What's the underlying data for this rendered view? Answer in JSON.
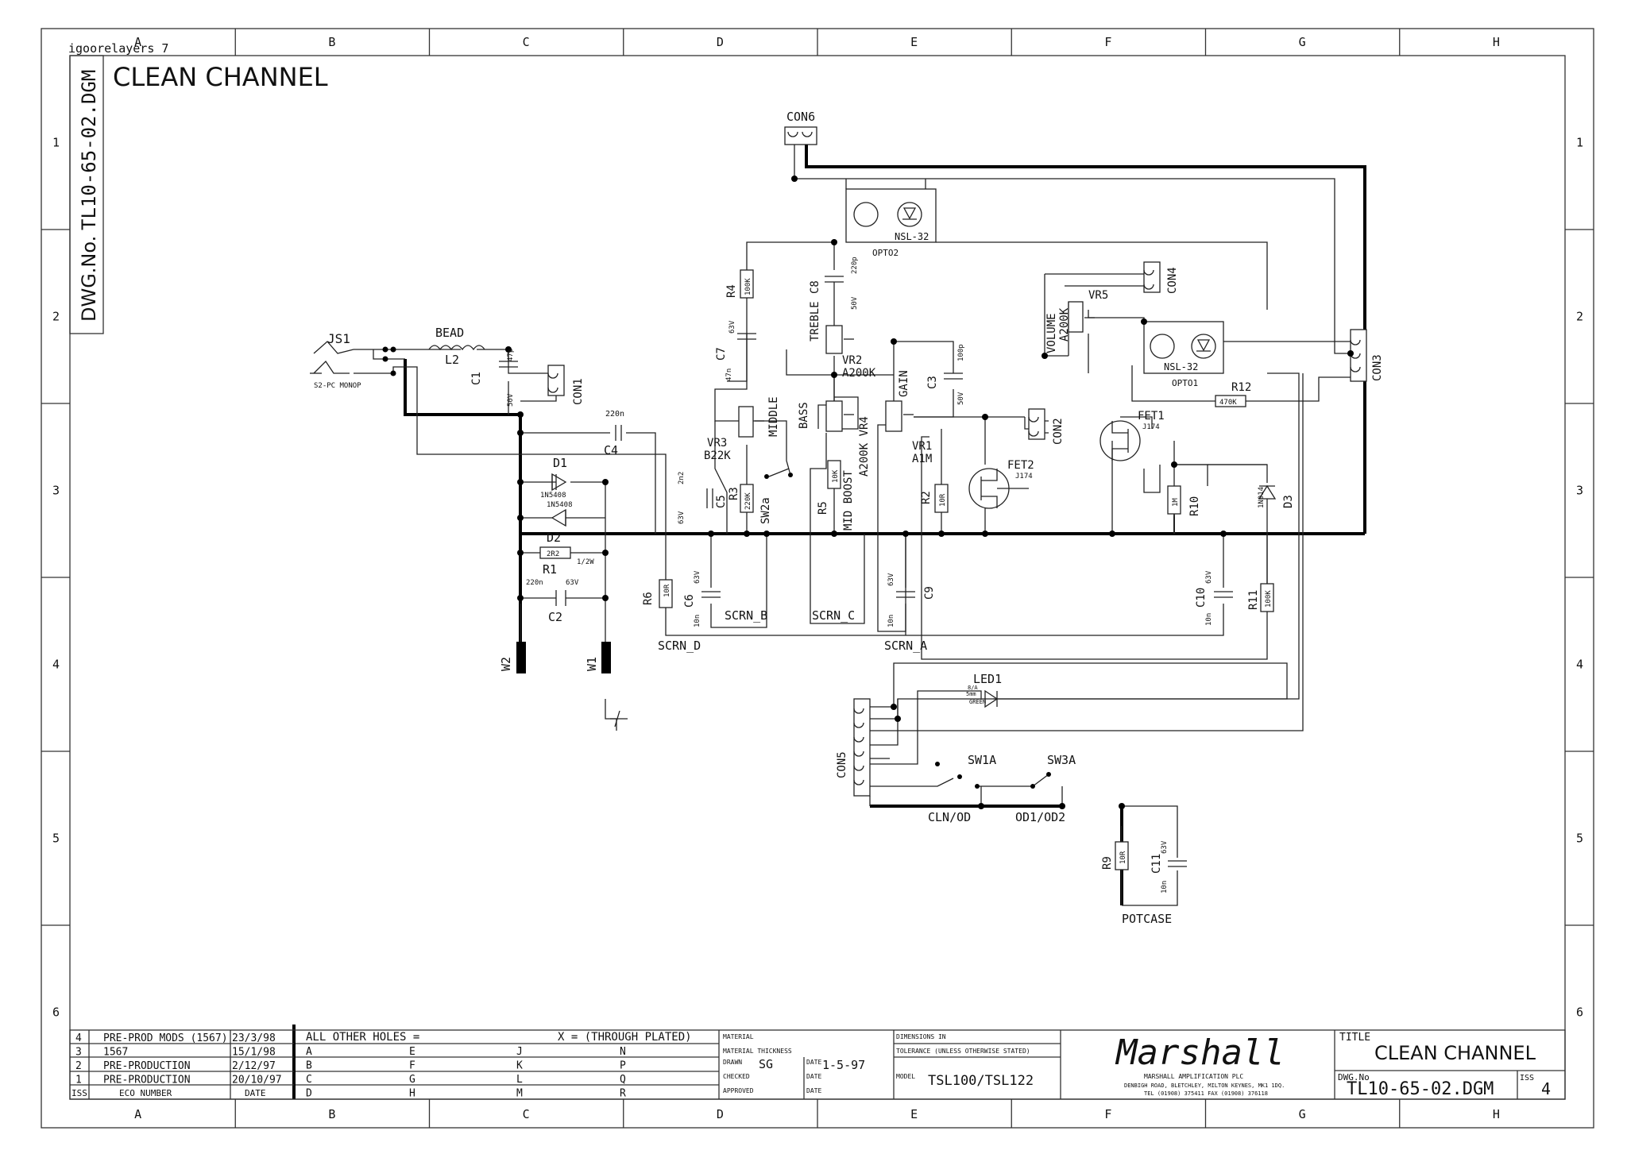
{
  "sheet": {
    "title": "CLEAN CHANNEL",
    "dwg_prefix": "DWG.No.",
    "dwg_number": "TL10-65-02.DGM",
    "corner_note": "igoorelayers 7",
    "col_labels": [
      "A",
      "B",
      "C",
      "D",
      "E",
      "F",
      "G",
      "H"
    ],
    "row_labels": [
      "1",
      "2",
      "3",
      "4",
      "5",
      "6"
    ]
  },
  "components": {
    "js1": "JS1",
    "js1_sub": "S2-PC MONOP",
    "bead": "BEAD",
    "l2": "L2",
    "c1": "C1",
    "c1_val": "47p",
    "c1_v": "50V",
    "con1": "CON1",
    "c4": "C4",
    "c4_val": "220n",
    "d1": "D1",
    "d1_part_a": "1N5408",
    "d1_part_b": "1N5408",
    "d2": "D2",
    "r1": "R1",
    "r1_val": "2R2",
    "r1_w": "1/2W",
    "c2": "C2",
    "c2_val": "220n",
    "c2_v": "63V",
    "w2": "W2",
    "w1": "W1",
    "con6": "CON6",
    "opto2": "OPTO2",
    "nsl32": "NSL-32",
    "r4": "R4",
    "r4_val": "100K",
    "c7": "C7",
    "c7_val": "47n",
    "c7_v": "63V",
    "c8": "C8",
    "c8_val": "220p",
    "c8_v": "50V",
    "treble": "TREBLE",
    "vr2": "VR2",
    "vr2_val": "A200K",
    "middle": "MIDDLE",
    "vr3": "VR3",
    "vr3_val": "B22K",
    "bass": "BASS",
    "gain": "GAIN",
    "c3": "C3",
    "c3_val": "100p",
    "c3_v": "50V",
    "vr1": "VR1",
    "vr1_val": "A1M",
    "c5": "C5",
    "c5_val": "2n2",
    "c5_v": "63V",
    "r3": "R3",
    "r3_val": "220K",
    "sw2a": "SW2a",
    "r5": "R5",
    "r5_val": "10K",
    "mid_boost": "MID BOOST",
    "vr4": "A200K VR4",
    "r2": "R2",
    "r2_val": "10R",
    "fet2": "FET2",
    "fet2_part": "J174",
    "con2": "CON2",
    "volume": "VOLUME",
    "volume_val": "A200K",
    "vr5": "VR5",
    "con4": "CON4",
    "opto1": "OPTO1",
    "nsl32b": "NSL-32",
    "con3": "CON3",
    "r12": "R12",
    "r12_val": "470K",
    "fet1": "FET1",
    "fet1_part": "J174",
    "r10": "R10",
    "r10_val": "1M",
    "d3": "D3",
    "d3_part": "1N914",
    "r6": "R6",
    "r6_val": "10R",
    "c6": "C6",
    "c6_val": "10n",
    "c6_v": "63V",
    "scrn_b": "SCRN_B",
    "scrn_c": "SCRN_C",
    "scrn_d": "SCRN_D",
    "scrn_a": "SCRN_A",
    "c9": "C9",
    "c9_val": "10n",
    "c9_v": "63V",
    "c10": "C10",
    "c10_val": "10n",
    "c10_v": "63V",
    "r11": "R11",
    "r11_val": "100K",
    "led1": "LED1",
    "led1_a": "8/A",
    "led1_b": "5mm",
    "led1_c": "GREEN",
    "con5": "CON5",
    "sw1a": "SW1A",
    "sw3a": "SW3A",
    "cln_od": "CLN/OD",
    "od1_od2": "OD1/OD2",
    "r9": "R9",
    "r9_val": "10R",
    "c11": "C11",
    "c11_val": "10n",
    "c11_v": "63V",
    "potcase": "POTCASE"
  },
  "title_block": {
    "revisions": [
      {
        "iss": "4",
        "eco": "PRE-PROD MODS (1567)",
        "date": "23/3/98"
      },
      {
        "iss": "3",
        "eco": "1567",
        "date": "15/1/98"
      },
      {
        "iss": "2",
        "eco": "PRE-PRODUCTION",
        "date": "2/12/97"
      },
      {
        "iss": "1",
        "eco": "PRE-PRODUCTION",
        "date": "20/10/97"
      }
    ],
    "rev_head_iss": "ISS",
    "rev_head_eco": "ECO NUMBER",
    "rev_head_date": "DATE",
    "holes": "ALL OTHER HOLES =",
    "through_plated": "X = (THROUGH PLATED)",
    "hole_letters": [
      "A",
      "B",
      "C",
      "D",
      "E",
      "F",
      "G",
      "H",
      "J",
      "K",
      "L",
      "M",
      "N",
      "P",
      "Q",
      "R"
    ],
    "material": "MATERIAL",
    "material_thickness": "MATERIAL THICKNESS",
    "drawn": "DRAWN",
    "drawn_by": "SG",
    "date_label": "DATE",
    "drawn_date": "1-5-97",
    "checked": "CHECKED",
    "approved": "APPROVED",
    "dimensions": "DIMENSIONS IN",
    "tolerance": "TOLERANCE (UNLESS OTHERWISE STATED)",
    "model_label": "MODEL",
    "model": "TSL100/TSL122",
    "brand": "Marshall",
    "company": "MARSHALL AMPLIFICATION PLC",
    "address": "DENBIGH ROAD, BLETCHLEY, MILTON KEYNES, MK1 1DQ.",
    "phone": "TEL (01908) 375411 FAX (01908) 376118",
    "title_label": "TITLE",
    "title": "CLEAN CHANNEL",
    "dwg_label": "DWG.No",
    "dwg_no": "TL10-65-02.DGM",
    "iss_label": "ISS",
    "iss": "4"
  }
}
